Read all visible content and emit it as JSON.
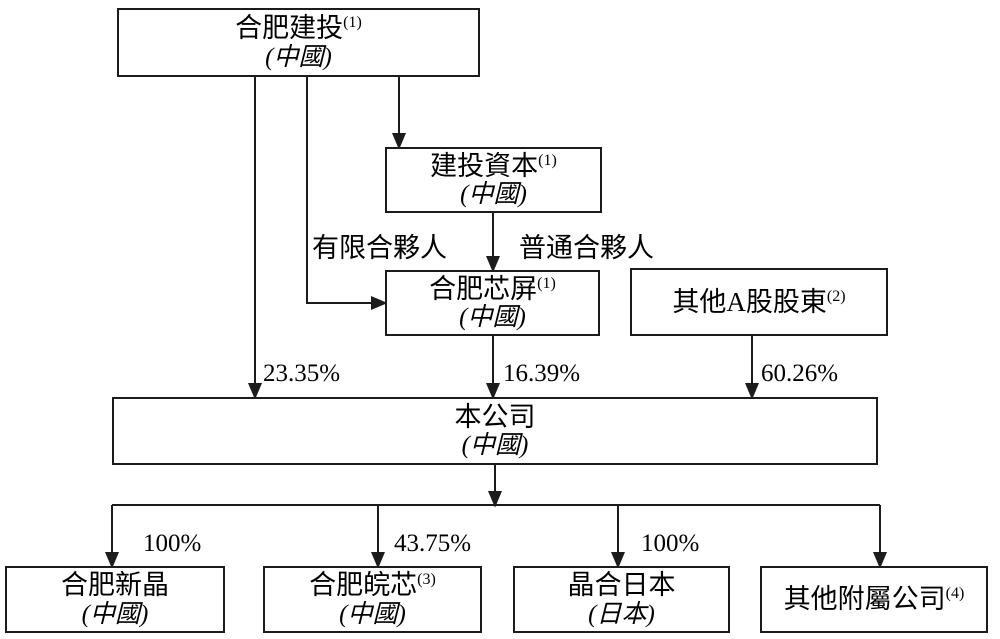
{
  "diagram": {
    "nodes": {
      "hefei_jiantou": {
        "name": "合肥建投",
        "sup": "(1)",
        "subtitle": "(中國)"
      },
      "jiantou_capital": {
        "name": "建投資本",
        "sup": "(1)",
        "subtitle": "(中國)"
      },
      "hefei_xinping": {
        "name": "合肥芯屏",
        "sup": "(1)",
        "subtitle": "(中國)"
      },
      "other_a_shareholders": {
        "name": "其他A股股東",
        "sup": "(2)",
        "subtitle": ""
      },
      "company": {
        "name": "本公司",
        "sup": "",
        "subtitle": "(中國)"
      },
      "hefei_xinjing": {
        "name": "合肥新晶",
        "sup": "",
        "subtitle": "(中國)"
      },
      "hefei_wanxin": {
        "name": "合肥皖芯",
        "sup": "(3)",
        "subtitle": "(中國)"
      },
      "jinghe_japan": {
        "name": "晶合日本",
        "sup": "",
        "subtitle": "(日本)"
      },
      "other_subsidiaries": {
        "name": "其他附屬公司",
        "sup": "(4)",
        "subtitle": ""
      }
    },
    "edge_labels": {
      "limited_partner": "有限合夥人",
      "general_partner": "普通合夥人",
      "pct_hefei_jiantou_to_company": "23.35%",
      "pct_hefei_xinping_to_company": "16.39%",
      "pct_other_a_to_company": "60.26%",
      "pct_company_to_hefei_xinjing": "100%",
      "pct_company_to_hefei_wanxin": "43.75%",
      "pct_company_to_jinghe_japan": "100%"
    },
    "colors": {
      "line": "#1c1c1c",
      "box_border": "#1c1c1c",
      "text": "#000000",
      "background": "#ffffff"
    }
  }
}
